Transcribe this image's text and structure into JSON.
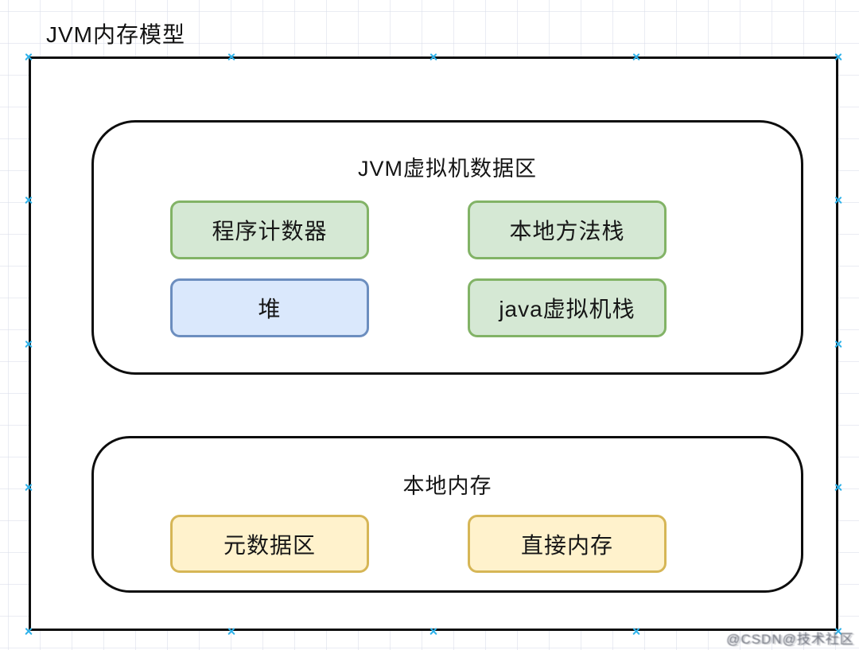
{
  "page": {
    "title": "JVM内存模型",
    "watermark": "@CSDN@技术社区"
  },
  "diagram": {
    "outer_container": "selected-rectangle",
    "selection_color": "#2eb2ea",
    "containers": [
      {
        "title": "JVM虚拟机数据区",
        "boxes": [
          {
            "label": "程序计数器",
            "fill": "#d5e8d4",
            "stroke": "#82b366"
          },
          {
            "label": "本地方法栈",
            "fill": "#d5e8d4",
            "stroke": "#82b366"
          },
          {
            "label": "堆",
            "fill": "#dae8fc",
            "stroke": "#6c8ebf"
          },
          {
            "label": "java虚拟机栈",
            "fill": "#d5e8d4",
            "stroke": "#82b366"
          }
        ]
      },
      {
        "title": "本地内存",
        "boxes": [
          {
            "label": "元数据区",
            "fill": "#fff2cc",
            "stroke": "#d6b656"
          },
          {
            "label": "直接内存",
            "fill": "#fff2cc",
            "stroke": "#d6b656"
          }
        ]
      }
    ]
  }
}
